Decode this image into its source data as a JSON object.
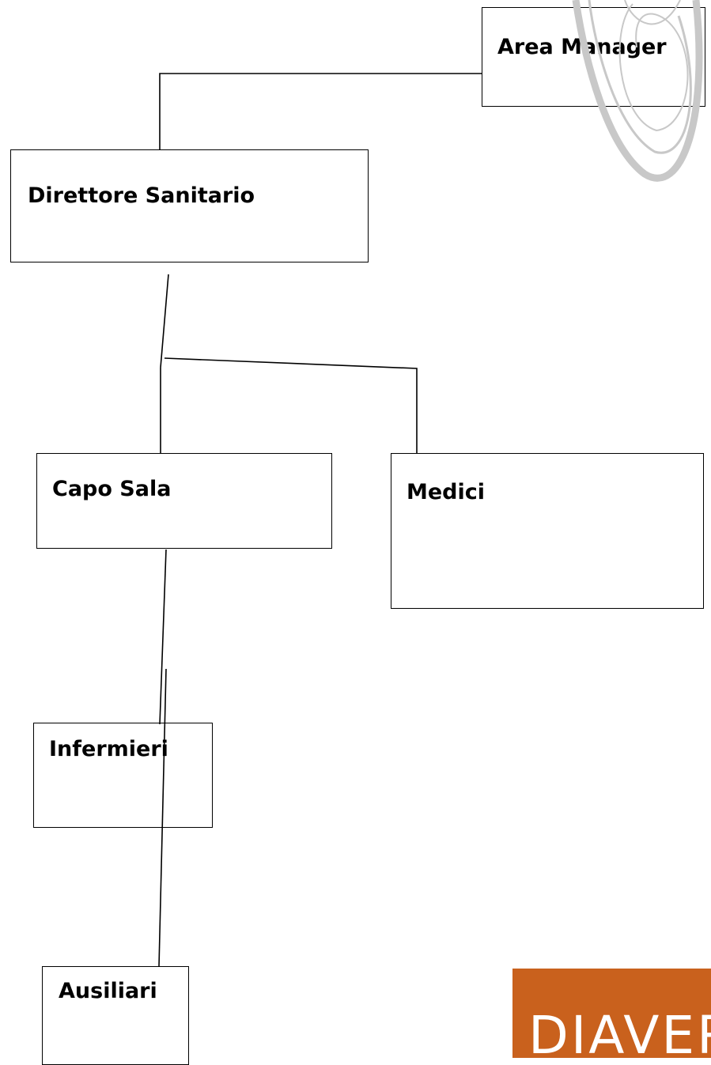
{
  "nodes": {
    "area_manager": "Area Manager",
    "direttore_sanitario": "Direttore Sanitario",
    "capo_sala": "Capo Sala",
    "medici": "Medici",
    "infermieri": "Infermieri",
    "ausiliari": "Ausiliari"
  },
  "logo": {
    "text": "DIAVERUM",
    "color": "#c9611d"
  },
  "colors": {
    "line": "#000000",
    "watermark": "#c8c8c8"
  }
}
